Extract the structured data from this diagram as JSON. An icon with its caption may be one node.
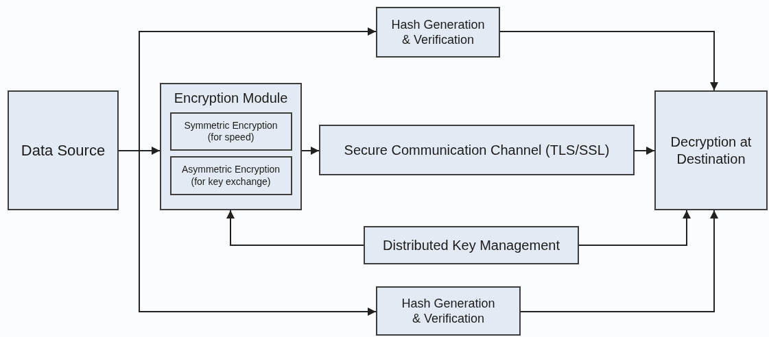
{
  "diagram": {
    "nodes": [
      {
        "text": [
          "Data Source"
        ]
      },
      {
        "text": [
          "Hash Generation & Verification"
        ]
      },
      {
        "text": [
          "Encryption Module"
        ]
      },
      {
        "text": [
          "Symmetric Encryption (for speed)"
        ],
        "in": 2
      },
      {
        "text": [
          "Asymmetric Encryption (for key exchange)"
        ],
        "in": 2
      },
      {
        "text": [
          "Secure Communication Channel (TLS/SSL)"
        ]
      },
      {
        "text": [
          "Decryption at Destination"
        ]
      },
      {
        "text": [
          "Distributed Key Management"
        ]
      },
      {
        "text": [
          "Hash Generation & Verification"
        ]
      }
    ],
    "edges": [
      {
        "from": 0,
        "to": 2,
        "arrow": "to"
      },
      {
        "from": 0,
        "to": 1,
        "arrow": "to"
      },
      {
        "from": 0,
        "to": 8,
        "arrow": "to"
      },
      {
        "from": 2,
        "to": 5,
        "arrow": "to"
      },
      {
        "from": 5,
        "to": 6,
        "arrow": "to"
      },
      {
        "from": 1,
        "to": 6,
        "arrow": "to"
      },
      {
        "from": 7,
        "to": 2,
        "arrow": "to"
      },
      {
        "from": 7,
        "to": 6,
        "arrow": "to"
      },
      {
        "from": 8,
        "to": 6,
        "arrow": "to"
      }
    ]
  }
}
